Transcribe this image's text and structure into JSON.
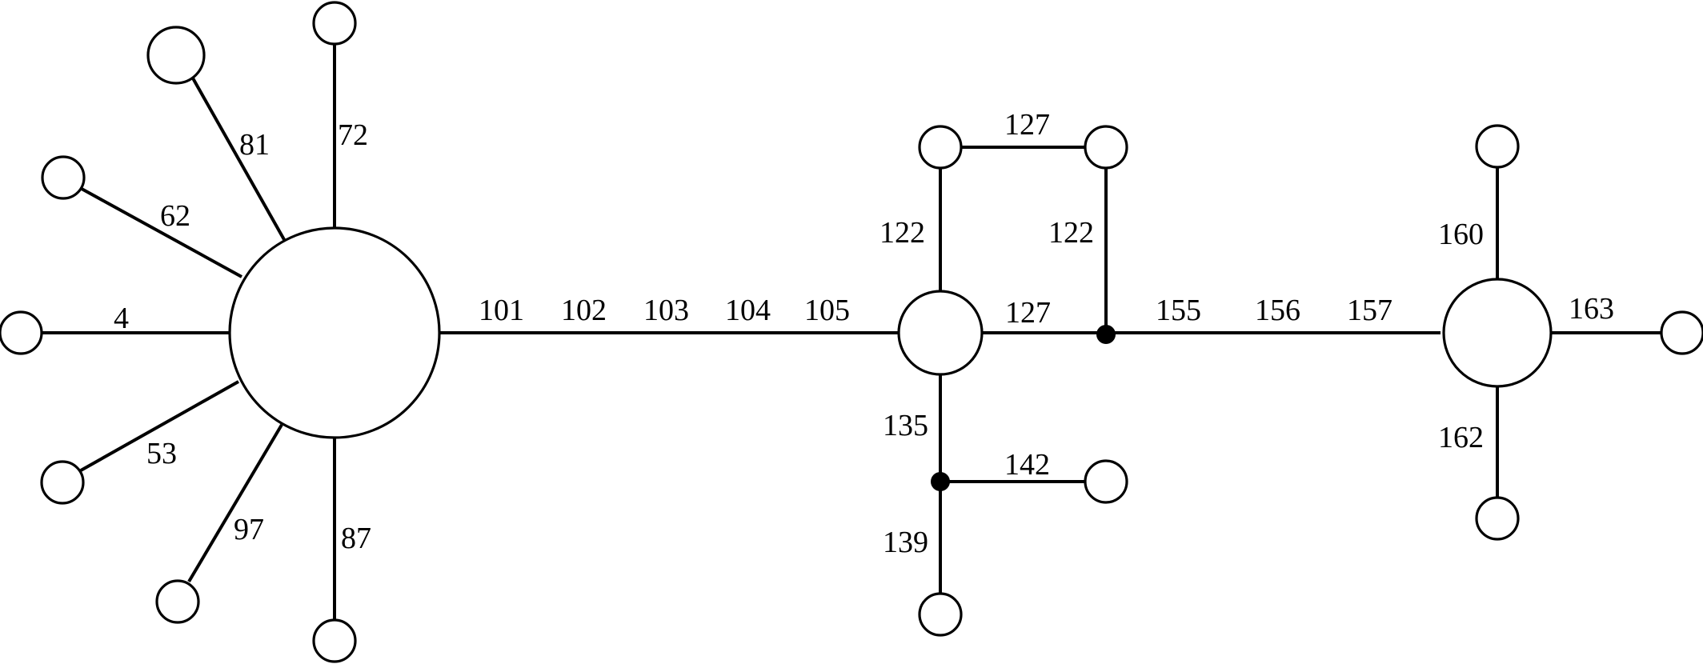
{
  "diagram": {
    "labels": {
      "l4": "4",
      "l62": "62",
      "l81": "81",
      "l72": "72",
      "l53": "53",
      "l97": "97",
      "l87": "87",
      "l101": "101",
      "l102": "102",
      "l103": "103",
      "l104": "104",
      "l105": "105",
      "l127a": "127",
      "l127b": "127",
      "l122a": "122",
      "l122b": "122",
      "l135": "135",
      "l142": "142",
      "l139": "139",
      "l155": "155",
      "l156": "156",
      "l157": "157",
      "l160": "160",
      "l162": "162",
      "l163": "163"
    }
  },
  "colors": {
    "line": "#000000",
    "node_fill": "#ffffff",
    "background": "#ffffff"
  }
}
